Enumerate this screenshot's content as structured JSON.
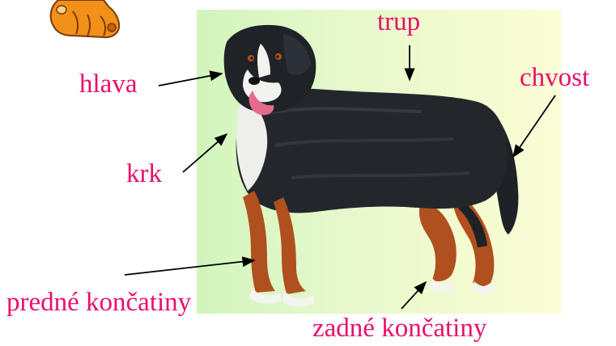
{
  "labels": {
    "head": "hlava",
    "trunk": "trup",
    "tail": "chvost",
    "neck": "krk",
    "front_limbs": "predné končatiny",
    "hind_limbs": "zadné končatiny"
  },
  "colors": {
    "label_text": "#e8106a",
    "arrow": "#000000",
    "panel_green": "#d2f5bc",
    "panel_yellow": "#fbfdd6",
    "dog_black": "#22262b",
    "dog_tan": "#b0501e",
    "dog_white": "#f4f4f0",
    "lion_orange": "#f2901a"
  },
  "illustrations": {
    "corner": "cartoon-lion-icon",
    "main": "bernese-mountain-dog-picture"
  }
}
